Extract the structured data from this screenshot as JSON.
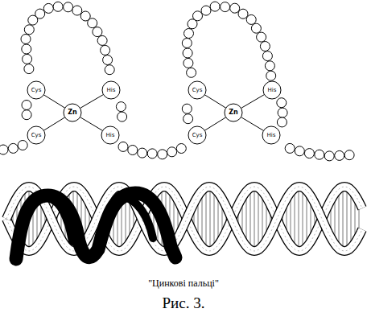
{
  "diagram": {
    "caption": "Рис. 3.",
    "labels": [
      "Cys",
      "His",
      "Zn",
      "Cys",
      "His",
      "Cys",
      "His",
      "Zn",
      "Cys",
      "His",
      "\"Цинкові пальці\""
    ]
  }
}
